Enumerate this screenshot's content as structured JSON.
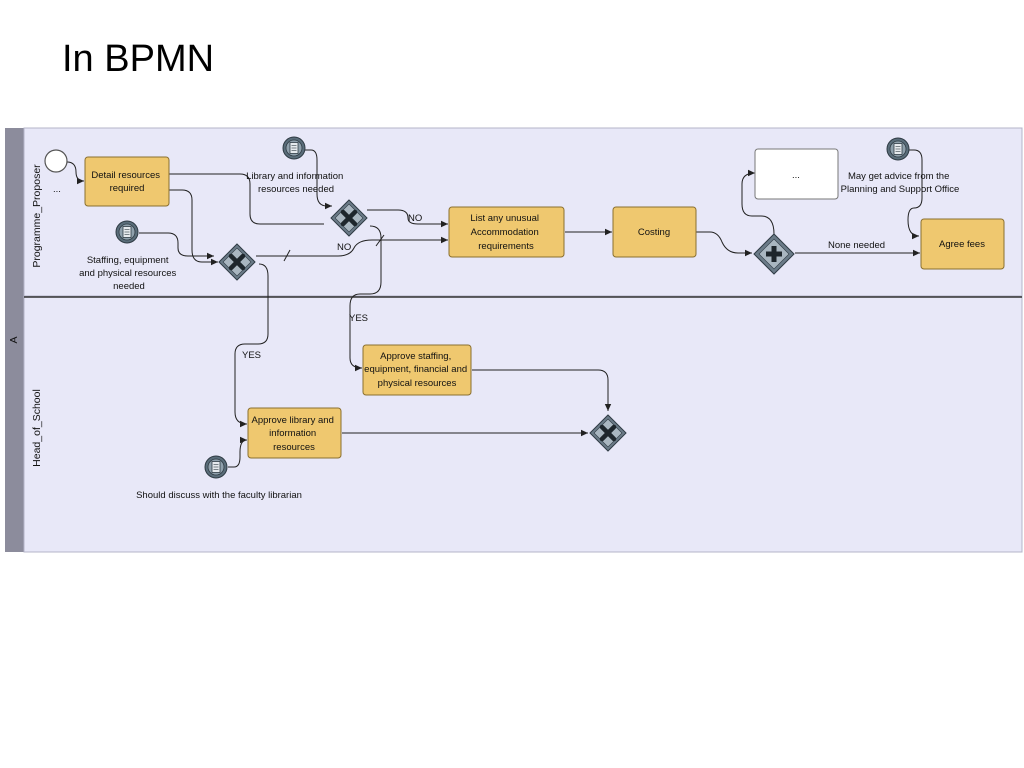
{
  "slide": {
    "title": "In BPMN"
  },
  "pool": {
    "name": "A",
    "lanes": [
      {
        "name": "Programme_Proposer"
      },
      {
        "name": "Head_of_School"
      }
    ]
  },
  "start_event": {
    "label": "..."
  },
  "tasks": {
    "detail_resources": [
      "Detail resources",
      "required"
    ],
    "list_accommodation": [
      "List any unusual",
      "Accommodation",
      "requirements"
    ],
    "costing": [
      "Costing"
    ],
    "placeholder": [
      "..."
    ],
    "agree_fees": [
      "Agree fees"
    ],
    "approve_staffing": [
      "Approve staffing,",
      "equipment, financial and",
      "physical resources"
    ],
    "approve_library": [
      "Approve library and",
      "information",
      "resources"
    ]
  },
  "annotations": {
    "library_info": [
      "Library and information",
      "resources needed"
    ],
    "staffing_equipment": [
      "Staffing, equipment",
      "and physical resources",
      "needed"
    ],
    "advice": [
      "May get advice from the",
      "Planning and Support Office"
    ],
    "faculty_librarian": [
      "Should discuss with the faculty librarian"
    ]
  },
  "flow_labels": {
    "no_upper": "NO",
    "no_lower": "NO",
    "yes_staffing": "YES",
    "yes_library": "YES",
    "none_needed": "None needed"
  },
  "colors": {
    "task_fill": "#efc86f",
    "lane_fill": "#e8e8f8",
    "lane_header": "#8c8c9c",
    "gateway_fill": "#6b7b88"
  }
}
